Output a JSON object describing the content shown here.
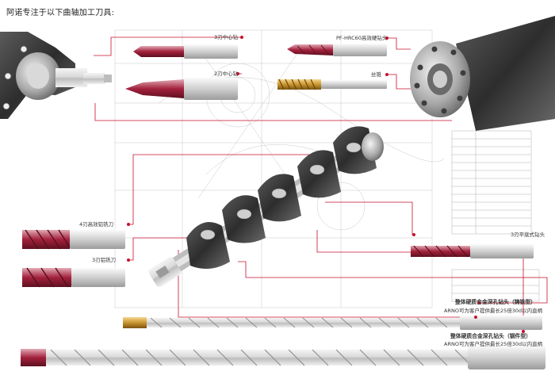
{
  "heading": "阿诺专注于以下曲轴加工刀具:",
  "labels": {
    "center_drill_3flute": "3刃中心钻",
    "center_drill_2flute": "2刃中心钻",
    "pf_hrc_drill": "PF-HRC60高效硬钻头",
    "tap": "丝锥",
    "end_mill_4flute": "4刃高效铝铣刀",
    "end_mill_3flute": "3刃铝铣刀",
    "flat_drill": "3刃平底式钻头",
    "deep_drill_cast_iron": "整体硬质合金深孔钻头（铸铁型）",
    "deep_drill_cast_iron_note": "ARNO可为客户提供最长25倍30d以内直柄",
    "deep_drill_steel": "整体硬质合金深孔钻头（钢件型）",
    "deep_drill_steel_note": "ARNO可为客户提供最长25倍30d以内直柄"
  },
  "colors": {
    "accent": "#c8102e",
    "steel_light": "#e9e9e9",
    "steel_dark": "#8a8a8a",
    "gold": "#c9952e",
    "blueprint": "#9a9a9a"
  }
}
